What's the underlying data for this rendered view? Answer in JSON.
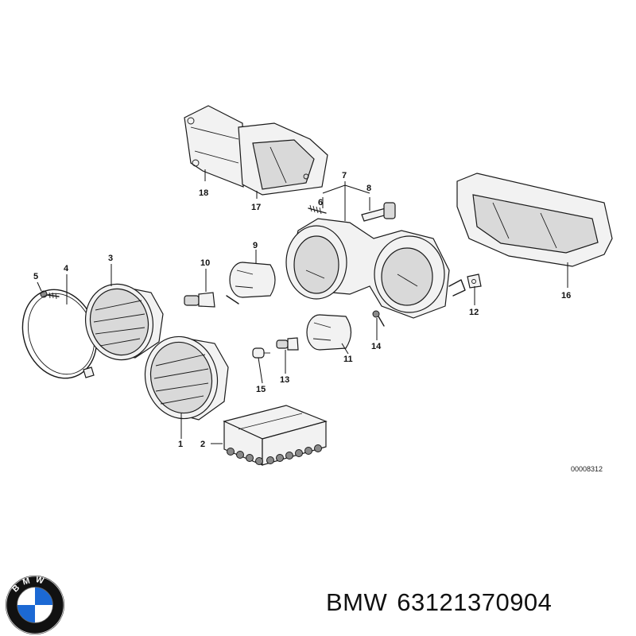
{
  "diagram": {
    "figure_id": "00008312",
    "callouts": [
      {
        "id": "1",
        "label": "1"
      },
      {
        "id": "2",
        "label": "2"
      },
      {
        "id": "3",
        "label": "3"
      },
      {
        "id": "4",
        "label": "4"
      },
      {
        "id": "5",
        "label": "5"
      },
      {
        "id": "6",
        "label": "6"
      },
      {
        "id": "7",
        "label": "7"
      },
      {
        "id": "8",
        "label": "8"
      },
      {
        "id": "9",
        "label": "9"
      },
      {
        "id": "10",
        "label": "10"
      },
      {
        "id": "11",
        "label": "11"
      },
      {
        "id": "12",
        "label": "12"
      },
      {
        "id": "13",
        "label": "13"
      },
      {
        "id": "14",
        "label": "14"
      },
      {
        "id": "15",
        "label": "15"
      },
      {
        "id": "16",
        "label": "16"
      },
      {
        "id": "17",
        "label": "17"
      },
      {
        "id": "18",
        "label": "18"
      }
    ]
  },
  "footer": {
    "brand": "BMW",
    "part_number": "63121370904",
    "logo_letters": "BMW",
    "logo_colors": {
      "blue": "#1c69d4",
      "white": "#ffffff",
      "ring": "#111111"
    }
  }
}
